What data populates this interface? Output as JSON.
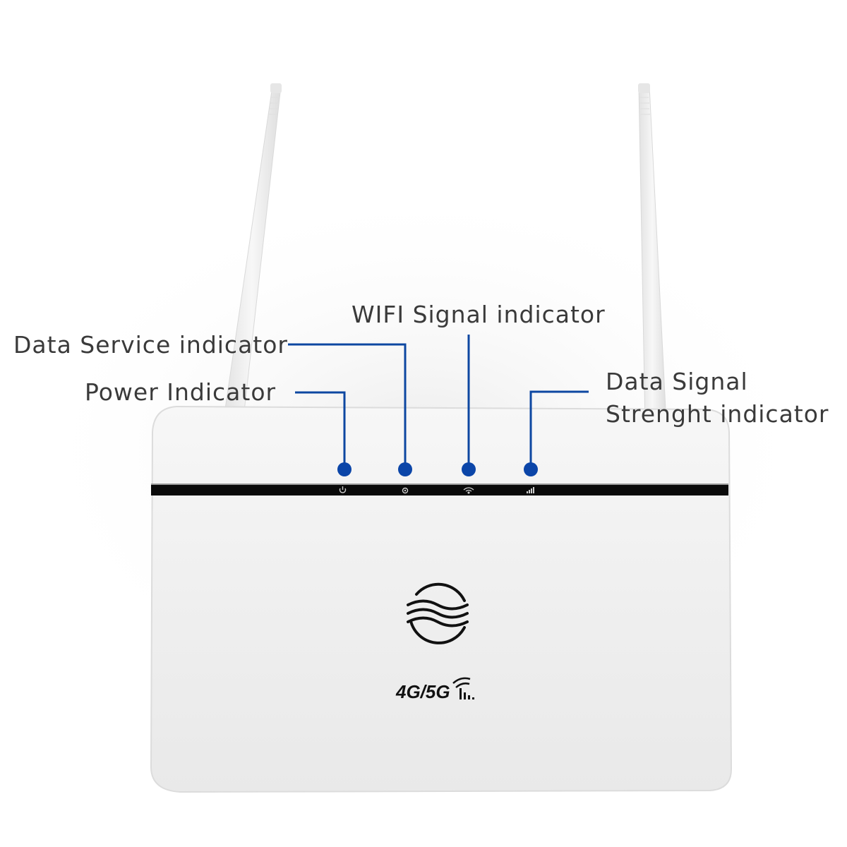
{
  "callouts": {
    "wifi_signal": "WIFI Signal indicator",
    "data_service": "Data Service indicator",
    "power": "Power Indicator",
    "data_signal_line1": "Data Signal",
    "data_signal_line2": "Strenght indicator"
  },
  "device": {
    "type": "4G/5G Wi-Fi router",
    "badge_text": "4G/5G",
    "front_led_icons": [
      "power-icon",
      "data-service-icon",
      "wifi-icon",
      "signal-strength-icon"
    ]
  },
  "colors": {
    "callout_line": "#0d47a1",
    "callout_dot": "#0b45a8",
    "label_text": "#3a3a3a",
    "router_body": "#f1f1f1",
    "led_strip": "#0a0a0a"
  }
}
